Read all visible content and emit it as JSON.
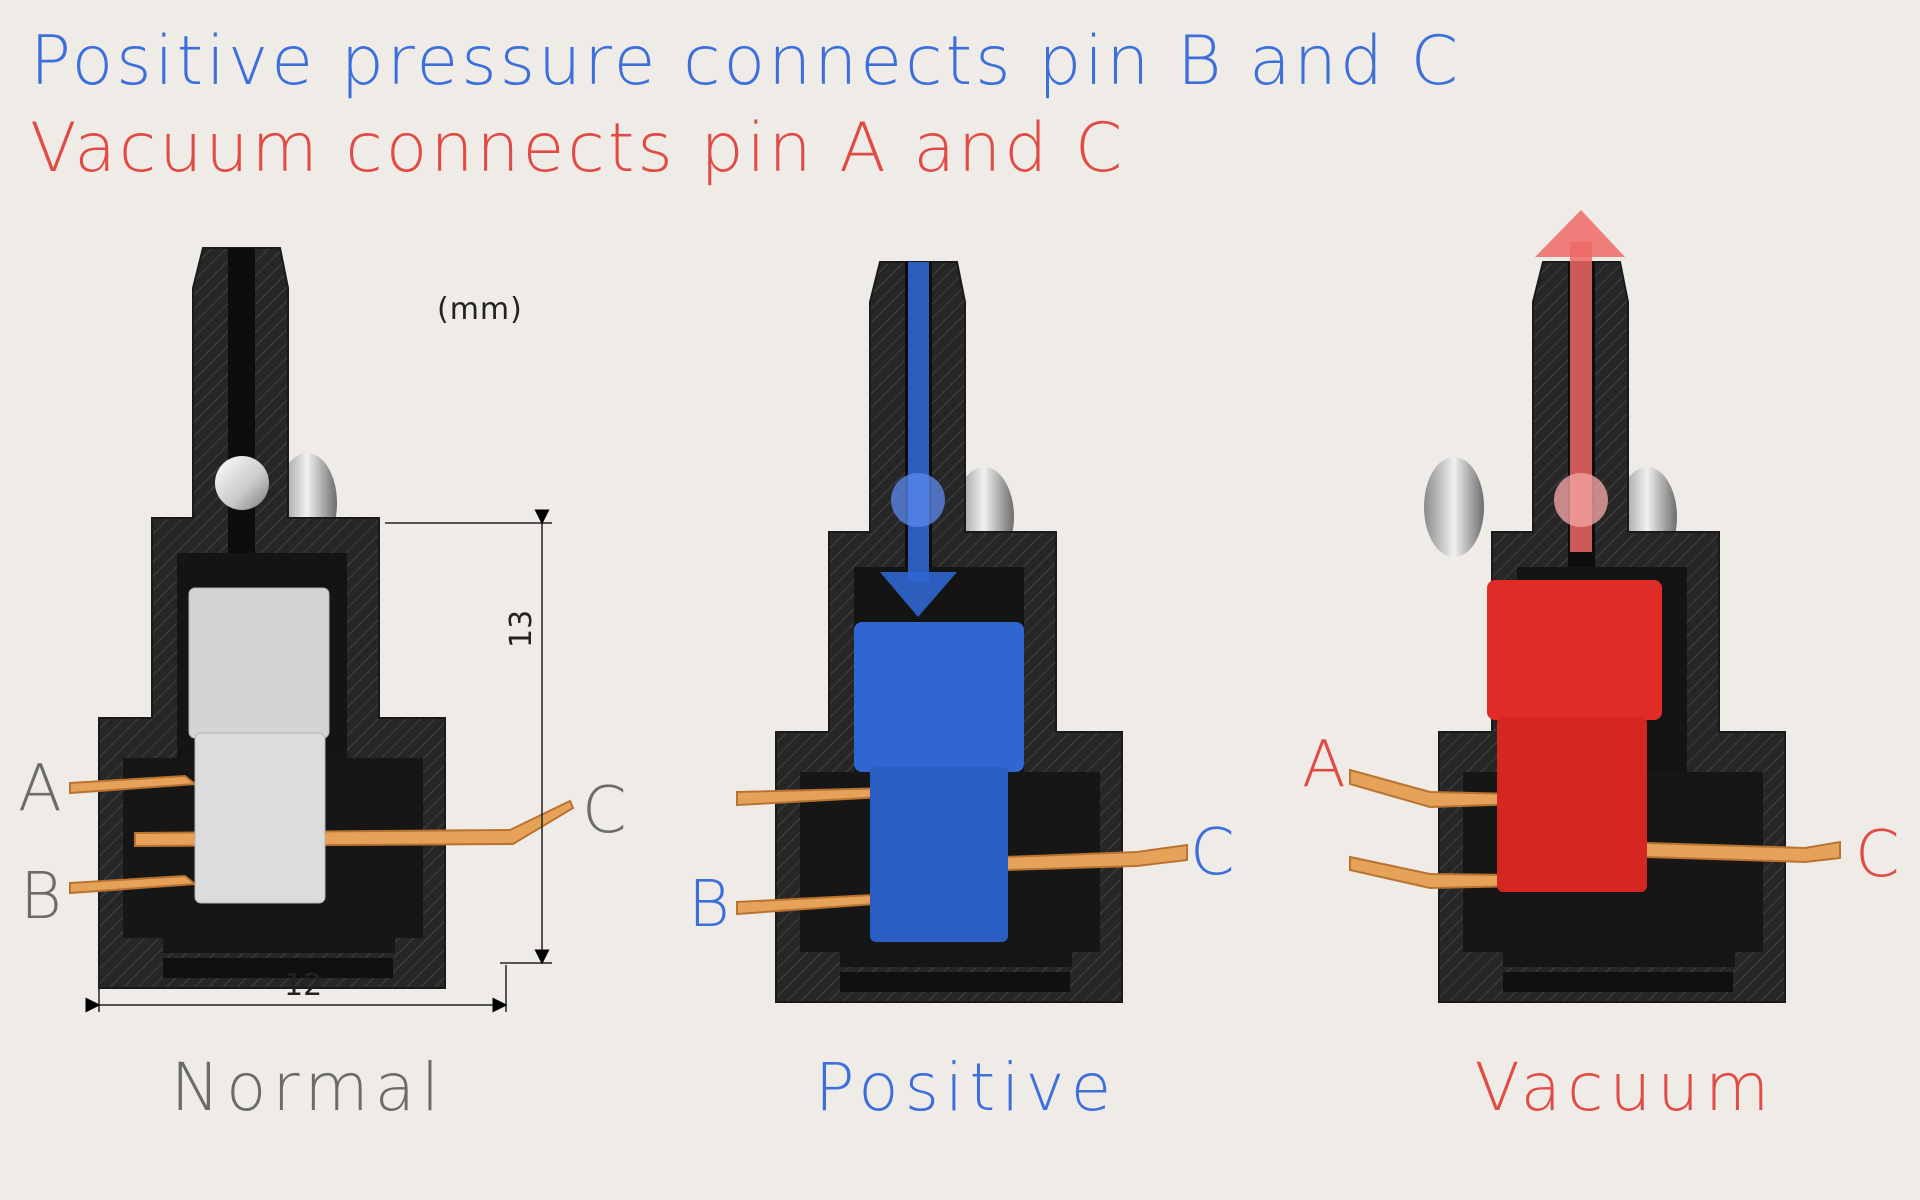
{
  "titles": {
    "positive": "Positive pressure connects pin B and C",
    "vacuum": "Vacuum connects pin A and C"
  },
  "units_note": "(mm)",
  "dimensions": {
    "height": "13",
    "width": "12"
  },
  "pins": {
    "a": "A",
    "b": "B",
    "c": "C"
  },
  "captions": {
    "normal": "Normal",
    "positive": "Positive",
    "vacuum": "Vacuum"
  },
  "colors": {
    "background": "#efece8",
    "positive": "#3d6fdc",
    "vacuum": "#e24b43",
    "normal_text": "#6b6b6b",
    "body": "#262626",
    "contact": "#e7a25a",
    "piston_normal": "#d4d4d4",
    "piston_positive": "#2f66cf",
    "piston_vacuum": "#e02b27"
  }
}
